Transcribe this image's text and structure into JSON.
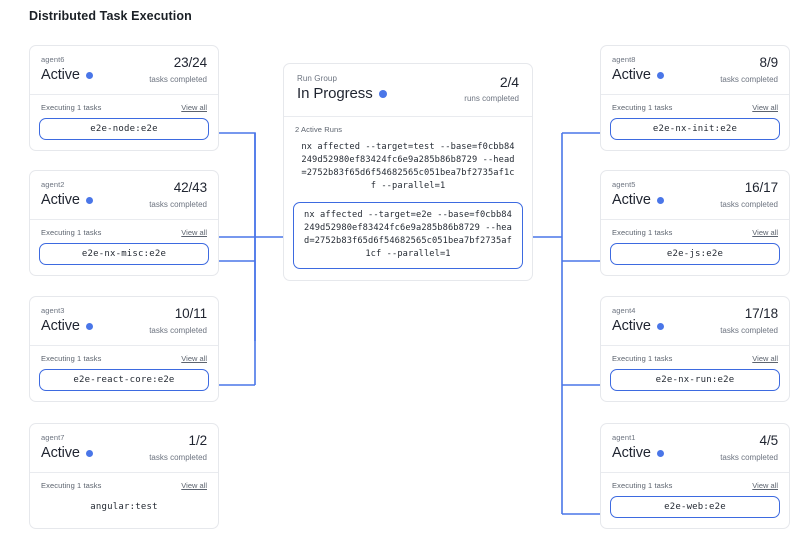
{
  "page": {
    "title": "Distributed Task Execution",
    "accent_color": "#3d6ae0",
    "dot_color": "#4a76e8",
    "card_border_color": "#e6e8ec",
    "background": "#ffffff"
  },
  "labels": {
    "executing": "Executing 1 tasks",
    "view_all": "View all",
    "tasks_completed": "tasks completed",
    "runs_completed": "runs completed",
    "status_active": "Active"
  },
  "center": {
    "kicker": "Run Group",
    "status": "In Progress",
    "count": "2/4",
    "count_label": "runs completed",
    "runs_label": "2 Active Runs",
    "runs": [
      {
        "command": "nx affected --target=test --base=f0cbb84249d52980ef83424fc6e9a285b86b8729 --head=2752b83f65d6f54682565c051bea7bf2735af1cf --parallel=1",
        "highlighted": false
      },
      {
        "command": "nx affected --target=e2e --base=f0cbb84249d52980ef83424fc6e9a285b86b8729 --head=2752b83f65d6f54682565c051bea7bf2735af1cf --parallel=1",
        "highlighted": true
      }
    ]
  },
  "left_agents": [
    {
      "name": "agent6",
      "status": "Active",
      "count": "23/24",
      "count_label": "tasks completed",
      "executing": "Executing 1 tasks",
      "view_all": "View all",
      "task": "e2e-node:e2e",
      "highlighted": true
    },
    {
      "name": "agent2",
      "status": "Active",
      "count": "42/43",
      "count_label": "tasks completed",
      "executing": "Executing 1 tasks",
      "view_all": "View all",
      "task": "e2e-nx-misc:e2e",
      "highlighted": true
    },
    {
      "name": "agent3",
      "status": "Active",
      "count": "10/11",
      "count_label": "tasks completed",
      "executing": "Executing 1 tasks",
      "view_all": "View all",
      "task": "e2e-react-core:e2e",
      "highlighted": true
    },
    {
      "name": "agent7",
      "status": "Active",
      "count": "1/2",
      "count_label": "tasks completed",
      "executing": "Executing 1 tasks",
      "view_all": "View all",
      "task": "angular:test",
      "highlighted": false
    }
  ],
  "right_agents": [
    {
      "name": "agent8",
      "status": "Active",
      "count": "8/9",
      "count_label": "tasks completed",
      "executing": "Executing 1 tasks",
      "view_all": "View all",
      "task": "e2e-nx-init:e2e",
      "highlighted": true
    },
    {
      "name": "agent5",
      "status": "Active",
      "count": "16/17",
      "count_label": "tasks completed",
      "executing": "Executing 1 tasks",
      "view_all": "View all",
      "task": "e2e-js:e2e",
      "highlighted": true
    },
    {
      "name": "agent4",
      "status": "Active",
      "count": "17/18",
      "count_label": "tasks completed",
      "executing": "Executing 1 tasks",
      "view_all": "View all",
      "task": "e2e-nx-run:e2e",
      "highlighted": true
    },
    {
      "name": "agent1",
      "status": "Active",
      "count": "4/5",
      "count_label": "tasks completed",
      "executing": "Executing 1 tasks",
      "view_all": "View all",
      "task": "e2e-web:e2e",
      "highlighted": true
    }
  ]
}
